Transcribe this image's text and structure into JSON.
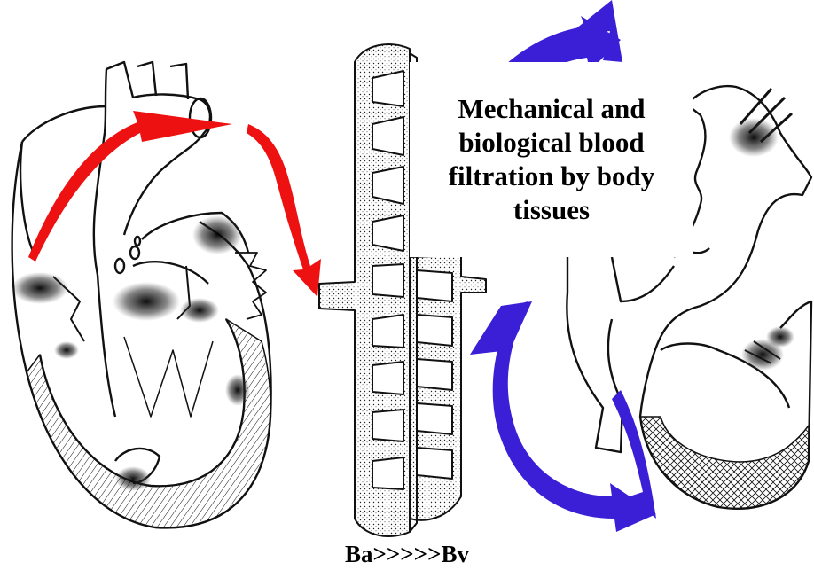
{
  "caption": "Mechanical and biological blood filtration by body tissues",
  "formula": "Ba>>>>>Bv",
  "colors": {
    "arterial_arrow": "#ee1111",
    "venous_arrow": "#3a1fd6",
    "ink": "#111111",
    "background": "#ffffff"
  },
  "icons": [
    "heart-left-illustration",
    "capillary-bed-illustration",
    "heart-right-illustration",
    "arterial-flow-arrow",
    "venous-flow-arrow"
  ]
}
